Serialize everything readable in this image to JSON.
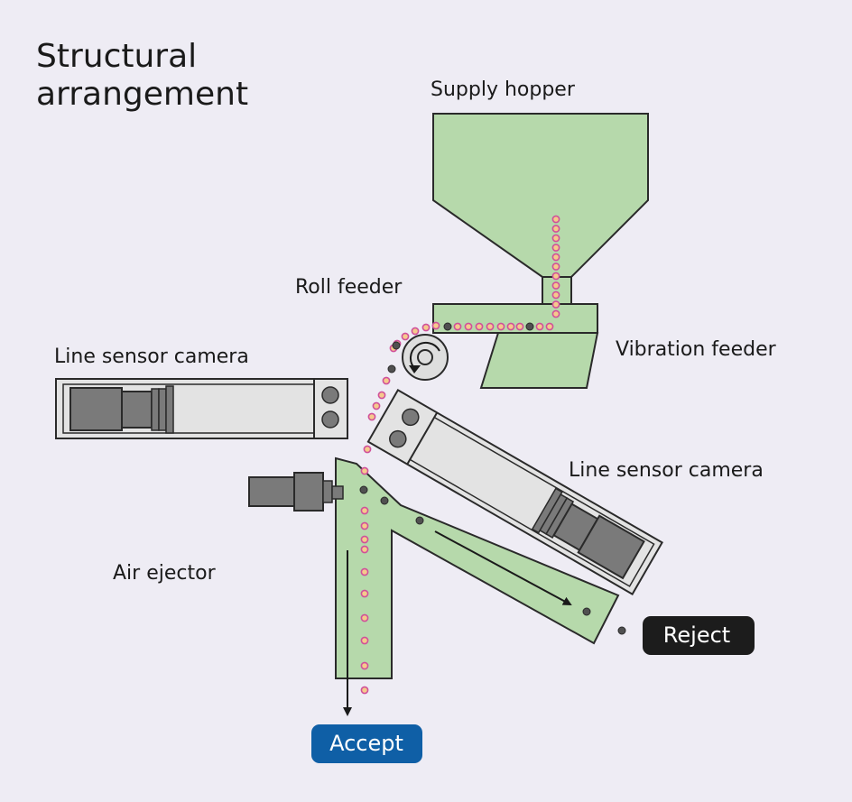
{
  "title": {
    "line1": "Structural",
    "line2": "arrangement"
  },
  "labels": {
    "supply_hopper": "Supply hopper",
    "roll_feeder": "Roll feeder",
    "vibration_feeder": "Vibration feeder",
    "line_sensor_camera_1": "Line sensor camera",
    "line_sensor_camera_2": "Line sensor camera",
    "air_ejector": "Air ejector"
  },
  "outputs": {
    "accept": "Accept",
    "reject": "Reject"
  },
  "colors": {
    "background": "#eeecf4",
    "machine_green": "#b6d9ab",
    "outline": "#2a2a2a",
    "camera_body": "#e3e3e3",
    "lens_gray": "#7a7a7a",
    "good_particle_fill": "#f6c98c",
    "good_particle_ring": "#d0509a",
    "defect_particle": "#505050",
    "accept_badge": "#0f5fa6",
    "reject_badge": "#1c1c1c"
  }
}
